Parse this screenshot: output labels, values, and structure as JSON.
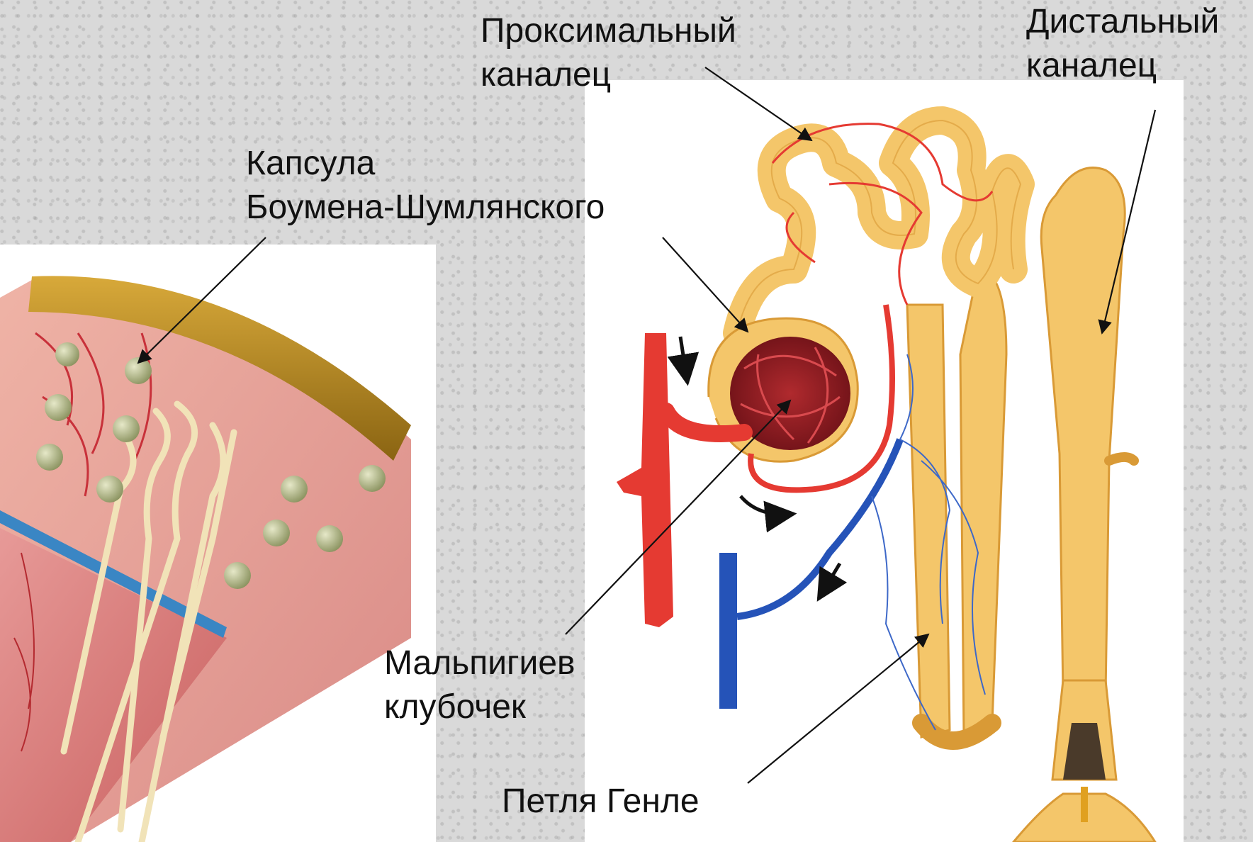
{
  "labels": {
    "proximal_tubule": [
      "Проксимальный",
      "каналец"
    ],
    "distal_tubule": [
      "Дистальный",
      "каналец"
    ],
    "bowman_capsule": [
      "Капсула",
      "Боумена-Шумлянского"
    ],
    "malpighian_glomerulus": [
      "Мальпигиев",
      "клубочек"
    ],
    "loop_of_henle": [
      "Петля Генле"
    ]
  },
  "colors": {
    "tubule": "#f4c66a",
    "tubule_dark": "#d99a36",
    "artery": "#e53a32",
    "vein": "#2553b8",
    "cortex": "#e8a7a0",
    "capsule_cap": "#b8861c",
    "glomerulus": "#8e1b22",
    "pointer": "#111111"
  }
}
